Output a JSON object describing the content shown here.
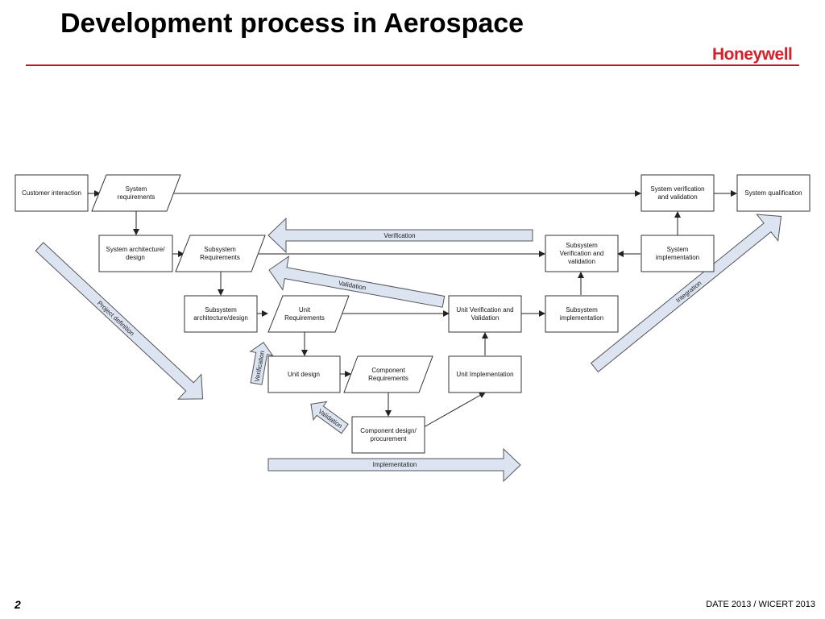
{
  "slide": {
    "title": "Development process in Aerospace",
    "logo": "Honeywell",
    "page_number": "2",
    "footer": "DATE 2013 / WICERT 2013"
  },
  "colors": {
    "rule": "#c8102e",
    "logo": "#d3202a",
    "big_arrow_fill": "#dce4f2"
  },
  "nodes": {
    "customer_interaction": [
      "Customer interaction"
    ],
    "system_requirements": [
      "System",
      "requirements"
    ],
    "system_verification_validation": [
      "System verification",
      "and validation"
    ],
    "system_qualification": [
      "System qualification"
    ],
    "system_architecture_design": [
      "System architecture/",
      "design"
    ],
    "subsystem_requirements": [
      "Subsystem",
      "Requirements"
    ],
    "subsystem_verification_validation": [
      "Subsystem",
      "Verification and",
      "validation"
    ],
    "system_implementation": [
      "System",
      "implementation"
    ],
    "subsystem_architecture_design": [
      "Subsystem",
      "architecture/design"
    ],
    "unit_requirements": [
      "Unit",
      "Requirements"
    ],
    "unit_verification_validation": [
      "Unit Verification and",
      "Validation"
    ],
    "subsystem_implementation": [
      "Subsystem",
      "implementation"
    ],
    "unit_design": [
      "Unit design"
    ],
    "component_requirements": [
      "Component",
      "Requirements"
    ],
    "unit_implementation": [
      "Unit Implementation"
    ],
    "component_design_procurement": [
      "Component design/",
      "procurement"
    ]
  },
  "flow_arrows": {
    "verification_top": "Verification",
    "validation_mid": "Validation",
    "project_definition": "Project definition",
    "integration": "Integration",
    "verification_small": "Verification",
    "validation_small": "Validation",
    "implementation": "Implementation"
  }
}
